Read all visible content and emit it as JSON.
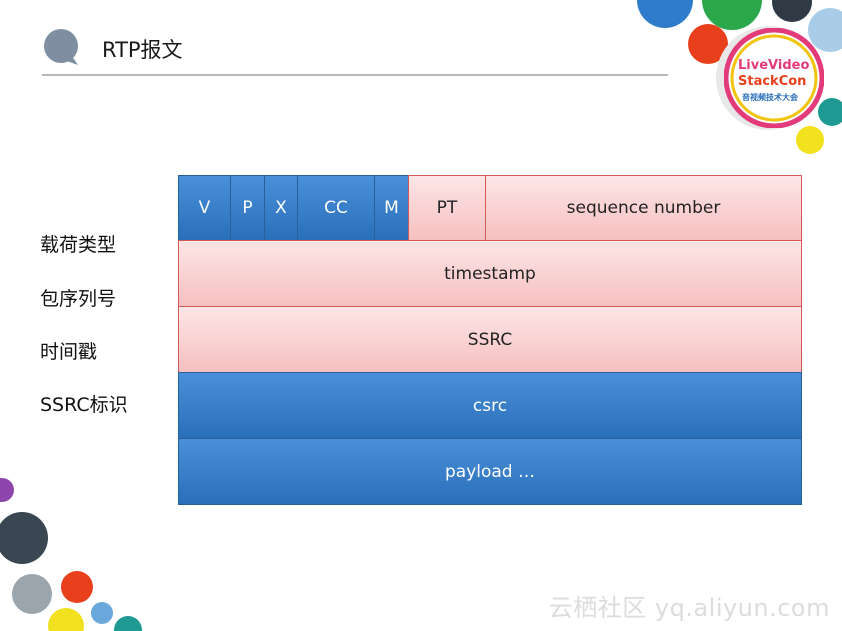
{
  "title": "RTP报文",
  "side_labels": [
    "载荷类型",
    "包序列号",
    "时间戳",
    "SSRC标识"
  ],
  "header_fields": {
    "v": "V",
    "p": "P",
    "x": "X",
    "cc": "CC",
    "m": "M",
    "pt": "PT",
    "seq": "sequence number"
  },
  "rows": {
    "timestamp": "timestamp",
    "ssrc": "SSRC",
    "csrc": "csrc",
    "payload": "payload …"
  },
  "logo": {
    "line1": "LiveVideo",
    "line2": "StackCon",
    "line3": "音视频技术大会"
  },
  "watermark": "云栖社区 yq.aliyun.com",
  "colors": {
    "blue_field": "#3b82d0",
    "pink_field": "#f8cfd0",
    "pink_border": "#d45a5a"
  }
}
